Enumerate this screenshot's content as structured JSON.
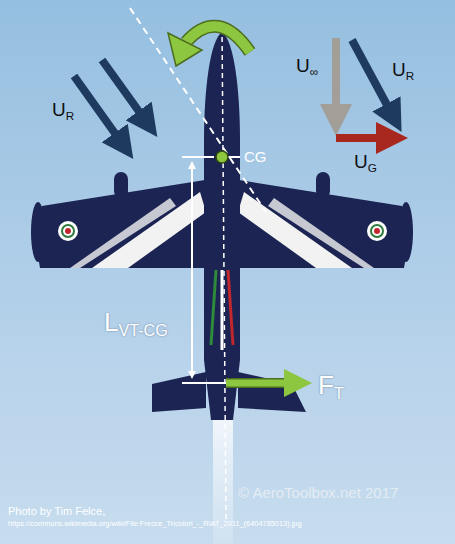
{
  "diagram": {
    "labels": [
      "UR",
      "UR",
      "U∞",
      "UG",
      "CG",
      "LVT-CG",
      "FT",
      "Photo by Tim Felce,",
      "https://commons.wikimedia.org/wiki/File:Frecce_Tricolori_-_RIAT_2011_(6404785013).jpg",
      "© AeroToolbox.net 2017"
    ]
  }
}
